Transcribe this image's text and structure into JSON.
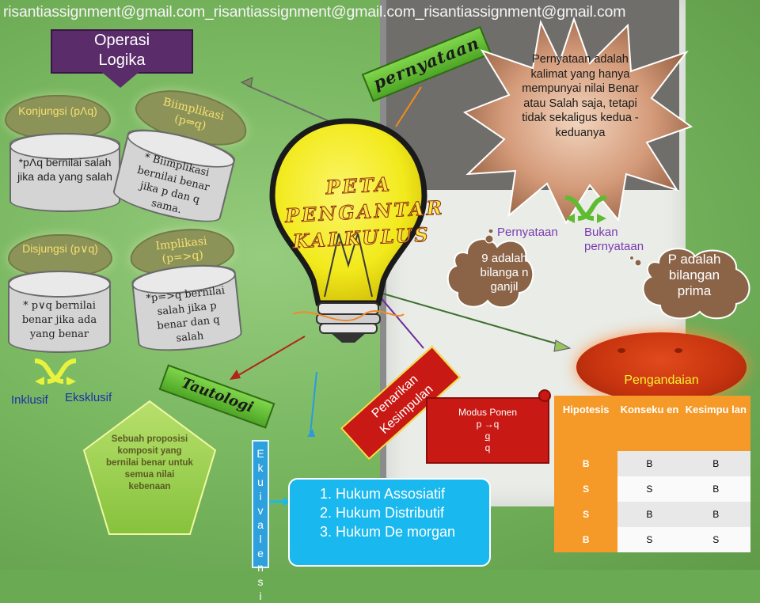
{
  "watermark": "risantiassignment@gmail.com_risantiassignment@gmail.com_risantiassignment@gmail.com",
  "header": {
    "line1": "Operasi",
    "line2": "Logika"
  },
  "center": {
    "line1": "PETA",
    "line2": "PENGANTAR",
    "line3": "KALKULUS"
  },
  "operations": {
    "konjungsi": {
      "title": "Konjungsi (pΛq)",
      "desc": "*pΛq bernilai salah jika ada yang salah"
    },
    "biimplikasi": {
      "title": "Biimplikasi (p⇔q)",
      "desc": "* Biimplikasi bernilai benar jika p dan q sama."
    },
    "disjungsi": {
      "title": "Disjungsi (p∨q)",
      "desc": "* p∨q bernilai benar jika ada yang benar"
    },
    "implikasi": {
      "title": "Implikasi (p=>q)",
      "desc": "*p=>q bernilai salah jika p benar dan q salah"
    }
  },
  "disjungsi_types": {
    "inklusif": "Inklusif",
    "eksklusif": "Eksklusif"
  },
  "pernyataan": {
    "tag": "pernyataan",
    "definition": "Pernyataan adalah kalimat yang hanya mempunyai nilai Benar atau Salah saja, tetapi tidak sekaligus kedua - keduanya",
    "yes_label": "Pernyataan",
    "no_label": "Bukan pernyataan",
    "yes_example": "9 adalah bilanga n ganjil",
    "no_example": "P adalah bilangan prima"
  },
  "pengandaian": "Pengandaian",
  "tautologi": {
    "tag": "Tautologi",
    "definition": "Sebuah proposisi komposit yang bernilai benar untuk semua nilai kebenaan"
  },
  "penarikan": {
    "tag": "Penarikan Kesimpulan",
    "modus_title": "Modus Ponen",
    "line1": "p →q",
    "line2": "q",
    "line3": "q"
  },
  "ekuivalensi": {
    "label": [
      "E",
      "k",
      "u",
      "i",
      "v",
      "a",
      "l",
      "e",
      "n",
      "s",
      "i"
    ]
  },
  "hukum": [
    "Hukum Assosiatif",
    "Hukum Distributif",
    "Hukum De morgan"
  ],
  "truth_table": {
    "headers": [
      "Hipotesis",
      "Konseku en",
      "Kesimpu lan"
    ],
    "rows": [
      [
        "B",
        "B",
        "B"
      ],
      [
        "S",
        "S",
        "B"
      ],
      [
        "S",
        "B",
        "B"
      ],
      [
        "B",
        "S",
        "S"
      ]
    ]
  },
  "colors": {
    "background": "#79b760",
    "title_box": "#5a2d6a",
    "bulb": "#f2ea1c",
    "tag_green": "#5fbb30",
    "oval": "#c8340f",
    "table_header": "#f59a28",
    "hukum_box": "#19b8ee"
  }
}
